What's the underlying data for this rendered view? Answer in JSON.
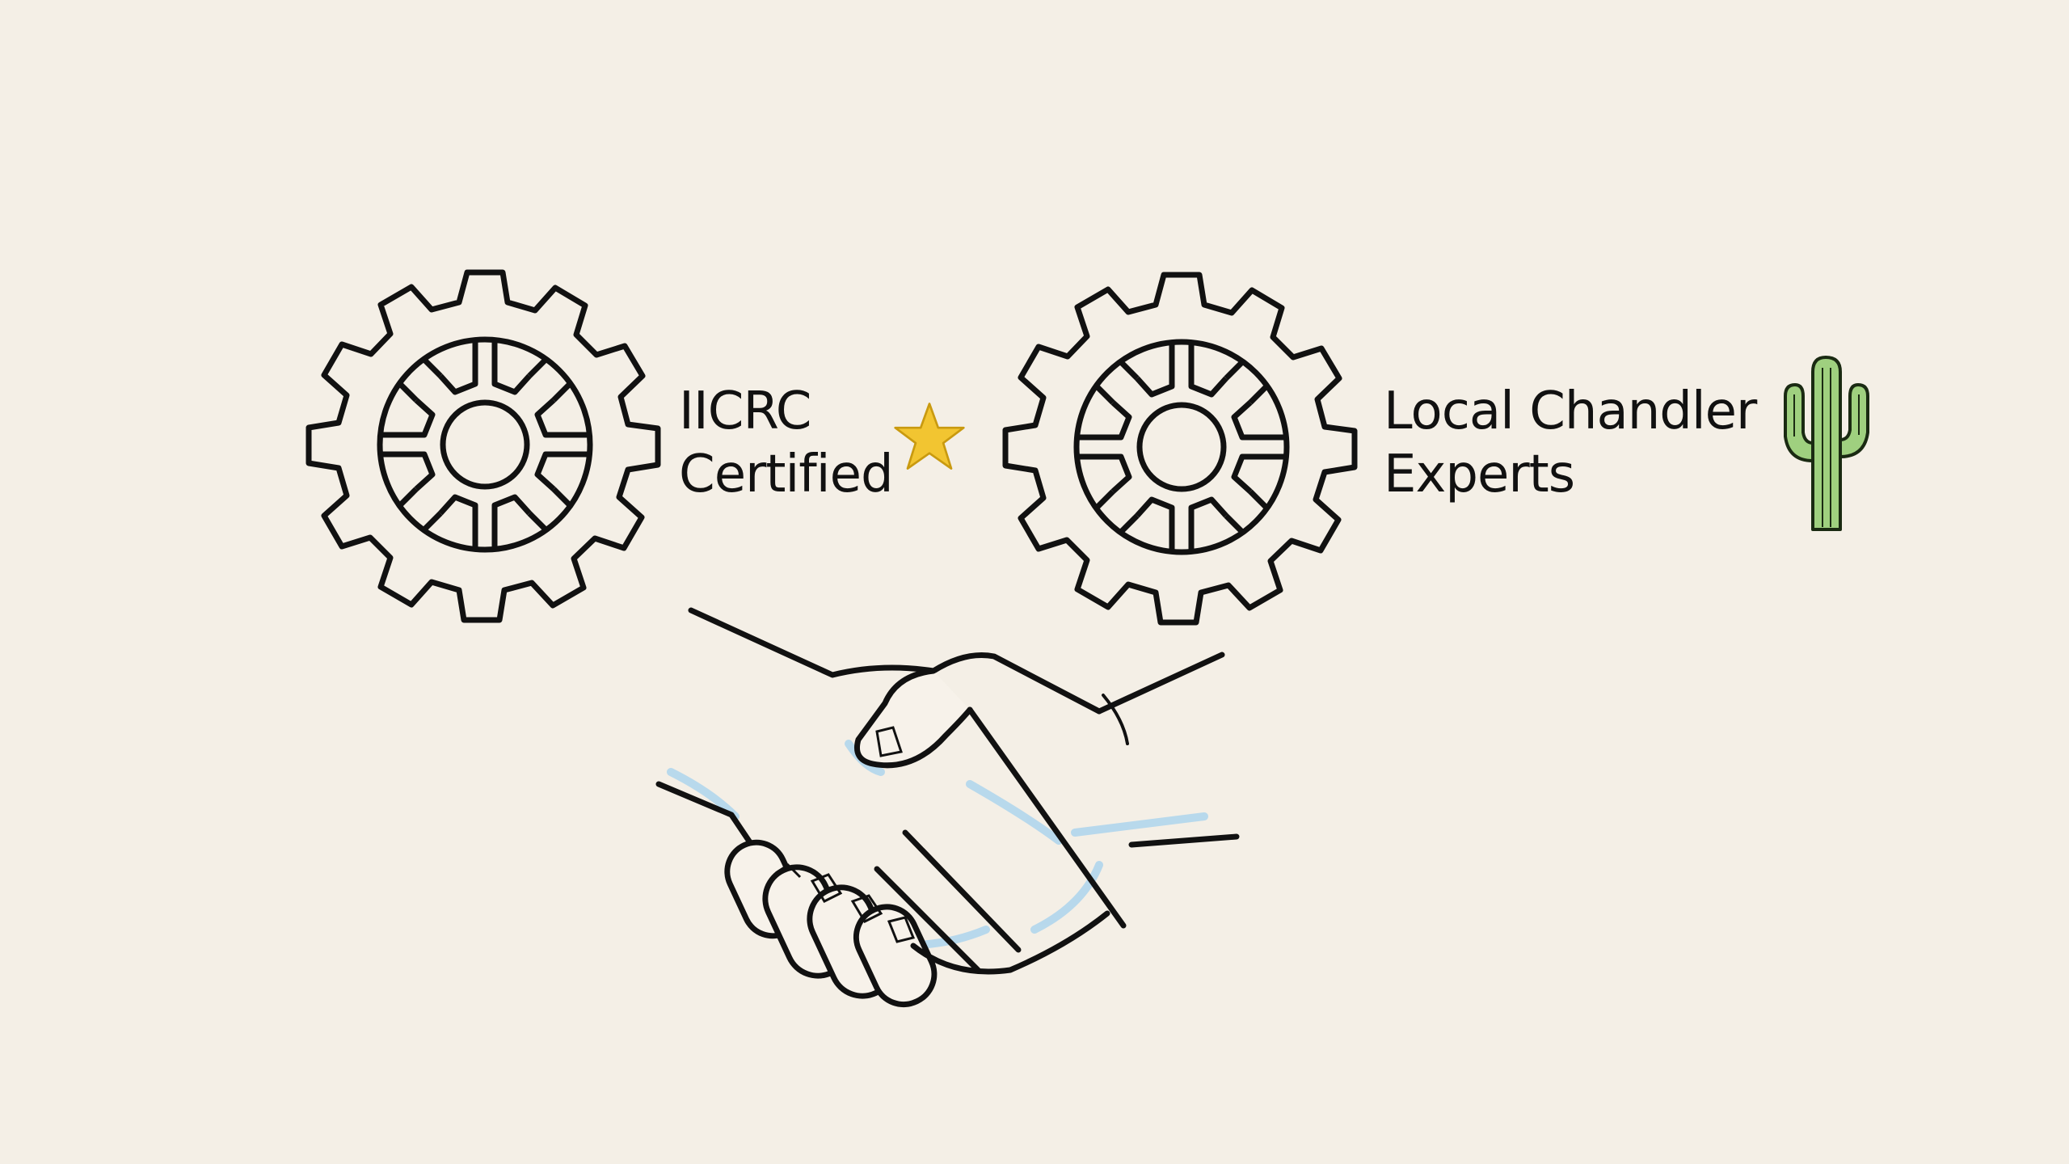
{
  "badges": [
    {
      "id": "iicrc",
      "line1": "IICRC",
      "line2": "Certified",
      "accent_icon": "star-icon",
      "accent_color": "#f2c531"
    },
    {
      "id": "local",
      "line1": "Local Chandler",
      "line2": "Experts",
      "accent_icon": "cactus-icon",
      "accent_color": "#9fd07f"
    }
  ],
  "center_icon": "handshake-icon",
  "colors": {
    "background": "#f4efe6",
    "ink": "#111111",
    "hand_shade": "#a9d3ee"
  }
}
